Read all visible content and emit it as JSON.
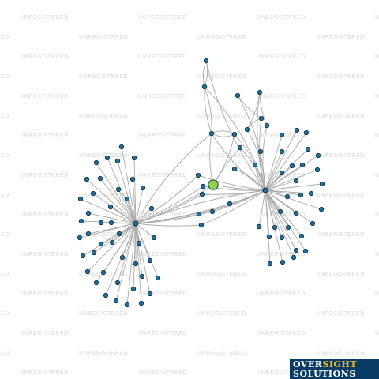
{
  "watermark_text": "UNREGISTERED",
  "logo": {
    "line1_part1": "OVER",
    "line1_part2": "SIGHT",
    "line2": "SOLUTIONS",
    "background_color": "#0a3d66",
    "accent_color": "#f5b21b",
    "text_color": "#ffffff"
  },
  "network": {
    "edge_color": "#aaaaaa",
    "node_color": "#1f6fa0",
    "node_stroke": "#0d2f45",
    "focus_node_color": "#8fd14f"
  }
}
